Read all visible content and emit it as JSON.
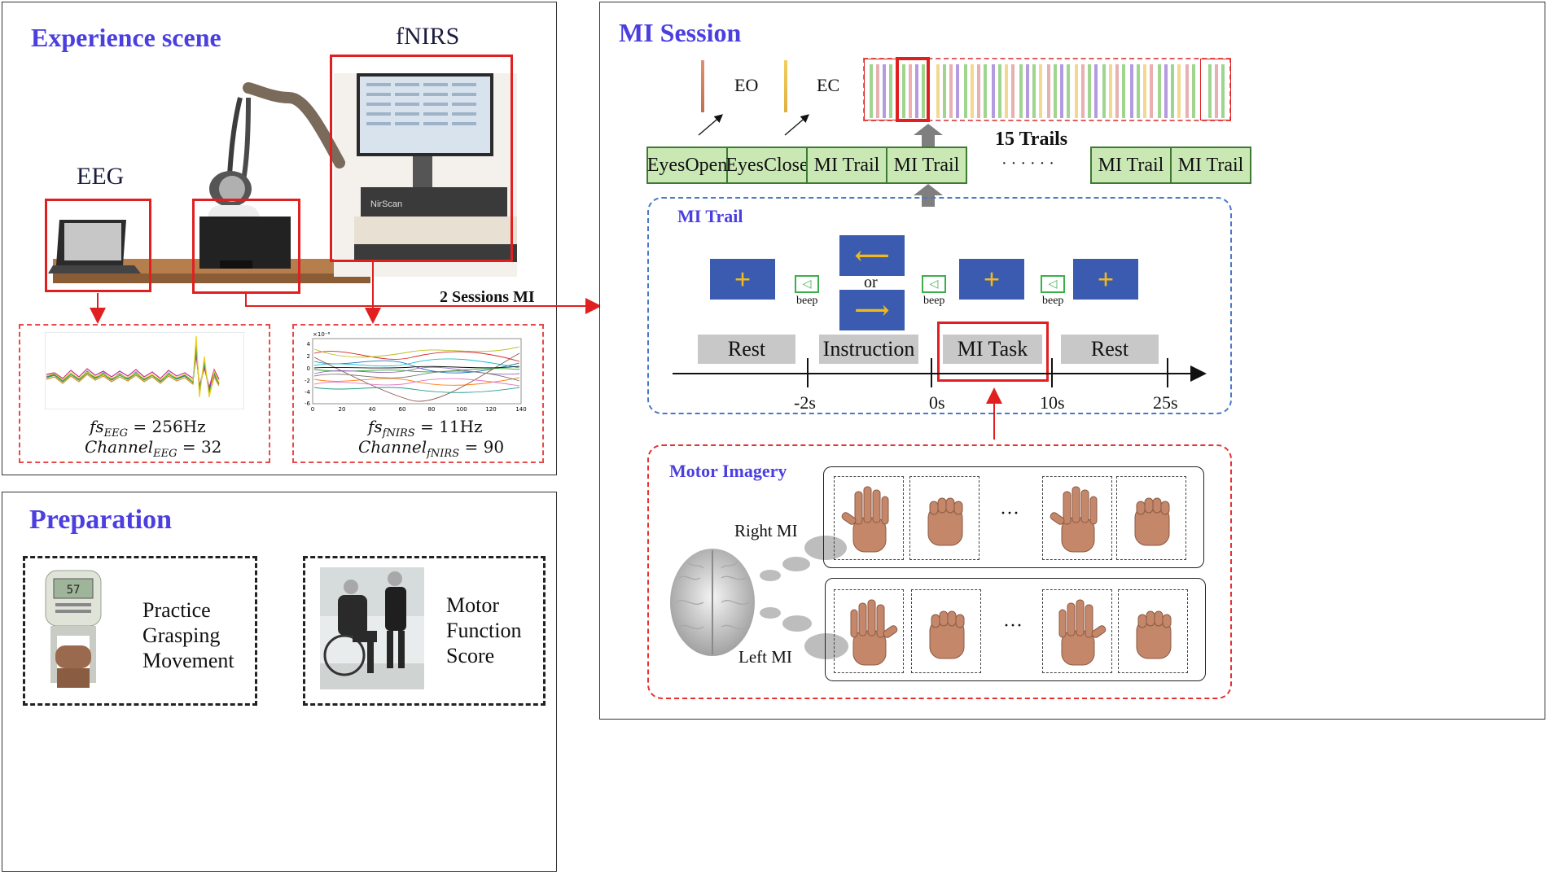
{
  "experience": {
    "title": "Experience scene",
    "fnirs_label": "fNIRS",
    "eeg_label": "EEG",
    "sessions_label": "2 Sessions MI",
    "eeg_plot": {
      "fs": "fs",
      "fs_sub": "EEG",
      "fs_val": " = 256Hz",
      "ch": "Channel",
      "ch_sub": "EEG",
      "ch_val": " = 32"
    },
    "fnirs_plot": {
      "fs": "fs",
      "fs_sub": "fNIRS",
      "fs_val": " = 11Hz",
      "ch": "Channel",
      "ch_sub": "fNIRS",
      "ch_val": " = 90",
      "y_exp": "×10⁻⁶",
      "y_ticks": [
        "4",
        "2",
        "0",
        "-2",
        "-4",
        "-6"
      ],
      "x_ticks": [
        "0",
        "20",
        "40",
        "60",
        "80",
        "100",
        "120",
        "140"
      ]
    },
    "monitor_brand": "NirScan"
  },
  "preparation": {
    "title": "Preparation",
    "grasp_caption": [
      "Practice",
      "Grasping",
      "Movement"
    ],
    "motor_caption": [
      "Motor",
      "Function",
      "Score"
    ],
    "dynamometer_reading": "57"
  },
  "mi_session": {
    "title": "MI Session",
    "eo": "EO",
    "ec": "EC",
    "trails_count": "15 Trails",
    "ellipsis": "· · · · · ·",
    "cells": [
      "EyesOpen",
      "EyesClose",
      "MI Trail",
      "MI Trail"
    ],
    "cells_right": [
      "MI Trail",
      "MI Trail"
    ]
  },
  "mi_trail": {
    "title": "MI Trail",
    "or": "or",
    "beep": "beep",
    "plus": "+",
    "arrow_left": "⟵",
    "arrow_right": "⟶",
    "phases": [
      "Rest",
      "Instruction",
      "MI Task",
      "Rest"
    ],
    "ticks": [
      "-2s",
      "0s",
      "10s",
      "25s"
    ]
  },
  "motor_imagery": {
    "title": "Motor Imagery",
    "right": "Right MI",
    "left": "Left MI",
    "dots": "···"
  },
  "colors": {
    "title_blue": "#4b3fe0",
    "red": "#e02020",
    "green_fill": "#c9e8b4",
    "screen_blue": "#3a5bb0",
    "plus_yellow": "#f2b91c"
  }
}
